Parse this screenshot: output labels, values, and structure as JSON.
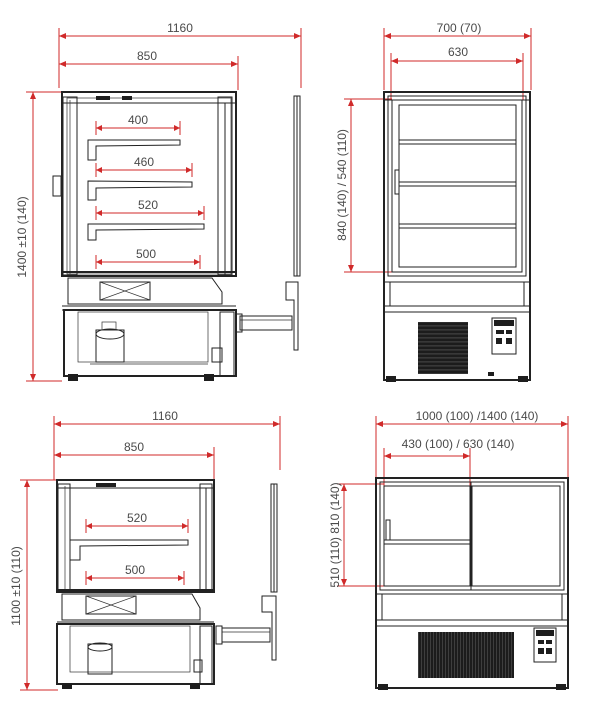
{
  "views": {
    "top_side": {
      "overall_width": "1160",
      "body_width": "850",
      "height": "1400 ±10 (140)",
      "shelf_depths": [
        "400",
        "460",
        "520",
        "500"
      ]
    },
    "top_front": {
      "overall_width": "700 (70)",
      "inner_width": "630",
      "glass_height": "840 (140) / 540 (110)"
    },
    "bottom_side": {
      "overall_width": "1160",
      "body_width": "850",
      "height": "1100 ±10 (110)",
      "shelf_depths": [
        "520",
        "500"
      ]
    },
    "bottom_front": {
      "overall_width": "1000 (100) /1400 (140)",
      "inner_width": "430 (100) / 630 (140)",
      "glass_height": "510 (110) 810 (140)"
    }
  },
  "colors": {
    "dimension_line": "#d02a2a",
    "outline": "#222222",
    "dimension_text": "#4a4a4a"
  }
}
